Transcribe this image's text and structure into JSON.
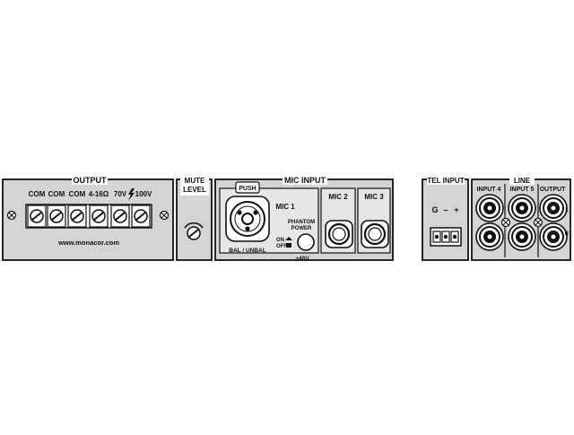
{
  "colors": {
    "panel": "#d4d4d4",
    "ink": "#111111",
    "white": "#ffffff",
    "inner": "#e6e6e6",
    "bg": "#ffffff"
  },
  "output": {
    "title": "OUTPUT",
    "terminal_labels": [
      "COM",
      "COM",
      "COM",
      "4-16Ω",
      "70V",
      "100V"
    ],
    "website": "www.monacor.com"
  },
  "mute": {
    "title_line1": "MUTE",
    "title_line2": "LEVEL"
  },
  "mic_input": {
    "title": "MIC INPUT",
    "push_label": "PUSH",
    "mic1_label": "MIC 1",
    "phantom_line1": "PHANTOM",
    "phantom_line2": "POWER",
    "on_label": "ON",
    "off_label": "OFF",
    "v48_label": "+48V",
    "bal_label": "BAL / UNBAL",
    "mic2_label": "MIC 2",
    "mic3_label": "MIC 3"
  },
  "tel_input": {
    "title": "TEL INPUT",
    "pin_labels": [
      "G",
      "–",
      "+"
    ]
  },
  "line": {
    "title": "LINE",
    "input4_label": "INPUT 4",
    "input5_label": "INPUT 5",
    "output_label": "OUTPUT",
    "l_label": "L",
    "r_label": "R"
  }
}
